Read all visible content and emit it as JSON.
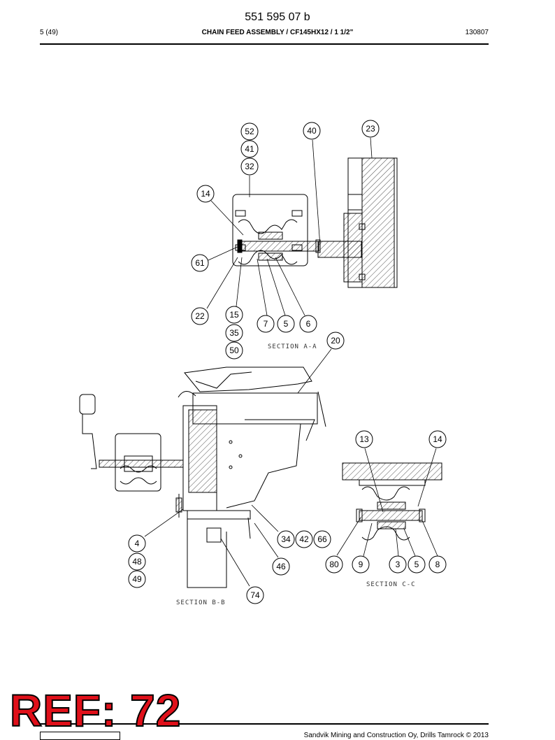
{
  "header": {
    "doc_number": "551 595 07 b",
    "page": "5 (49)",
    "title": "CHAIN FEED ASSEMBLY / CF145HX12 / 1 1/2\"",
    "date_code": "130807"
  },
  "sections": {
    "a": "SECTION A-A",
    "b": "SECTION B-B",
    "c": "SECTION C-C"
  },
  "callouts": {
    "c52": "52",
    "c41": "41",
    "c32": "32",
    "c40": "40",
    "c23": "23",
    "c14a": "14",
    "c61": "61",
    "c22": "22",
    "c15": "15",
    "c35": "35",
    "c50": "50",
    "c7": "7",
    "c5a": "5",
    "c6": "6",
    "c20": "20",
    "c13": "13",
    "c14b": "14",
    "c4": "4",
    "c48": "48",
    "c49": "49",
    "c46": "46",
    "c74": "74",
    "c34": "34",
    "c42": "42",
    "c66": "66",
    "c80": "80",
    "c9": "9",
    "c3": "3",
    "c5b": "5",
    "c8": "8"
  },
  "stamp": {
    "text": "REF: 72"
  },
  "footer": {
    "text": "Sandvik Mining and Construction Oy, Drills Tamrock © 2013"
  }
}
